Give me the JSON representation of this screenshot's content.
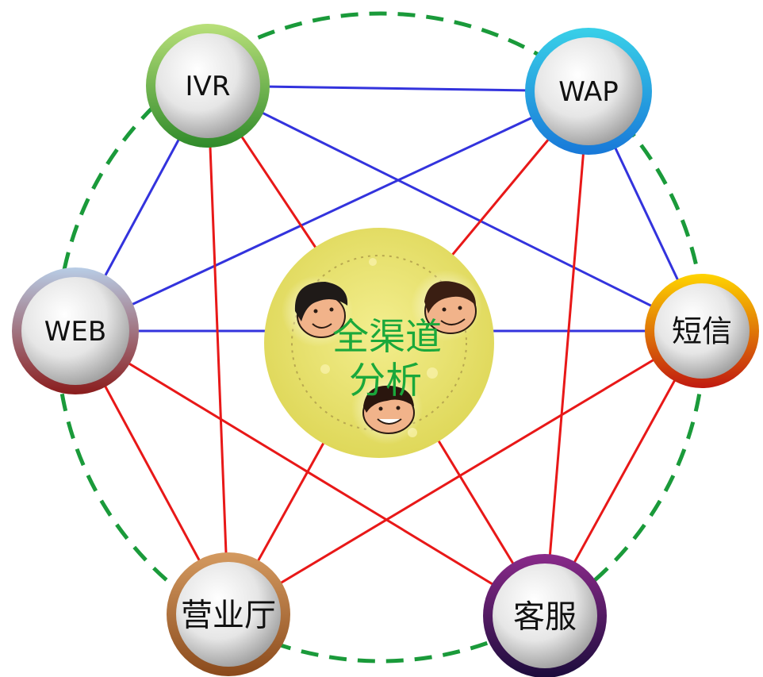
{
  "diagram": {
    "center": {
      "label_line1": "全渠道",
      "label_line2": "分析",
      "color_fill": "#e9e36a",
      "color_text": "#1aa83b"
    },
    "nodes": [
      {
        "id": "ivr",
        "label": "IVR",
        "ring_color": "#2f8a2a",
        "ring_color_light": "#b9e07a"
      },
      {
        "id": "wap",
        "label": "WAP",
        "ring_color": "#1878d8",
        "ring_color_light": "#39d0e8"
      },
      {
        "id": "sms",
        "label": "短信",
        "ring_color": "#c01a10",
        "ring_color_light": "#ffd400"
      },
      {
        "id": "kefu",
        "label": "客服",
        "ring_color": "#1c0c3c",
        "ring_color_light": "#8a2a8a"
      },
      {
        "id": "yingyeting",
        "label": "营业厅",
        "ring_color": "#8a4a1c",
        "ring_color_light": "#d49a60"
      },
      {
        "id": "web",
        "label": "WEB",
        "ring_color": "#8a1c1c",
        "ring_color_light": "#b8cde6"
      }
    ],
    "connections": {
      "blue": [
        [
          "ivr",
          "wap"
        ],
        [
          "ivr",
          "web"
        ],
        [
          "ivr",
          "sms"
        ],
        [
          "wap",
          "web"
        ],
        [
          "wap",
          "sms"
        ],
        [
          "web",
          "sms"
        ]
      ],
      "red": [
        [
          "ivr",
          "center"
        ],
        [
          "ivr",
          "yingyeting"
        ],
        [
          "wap",
          "center"
        ],
        [
          "wap",
          "kefu"
        ],
        [
          "sms",
          "kefu"
        ],
        [
          "sms",
          "yingyeting"
        ],
        [
          "web",
          "yingyeting"
        ],
        [
          "web",
          "kefu"
        ],
        [
          "center",
          "yingyeting"
        ],
        [
          "center",
          "kefu"
        ]
      ]
    },
    "colors": {
      "blue_line": "#3333dd",
      "red_line": "#e81818",
      "dashed_ring": "#1a9a3a"
    }
  }
}
